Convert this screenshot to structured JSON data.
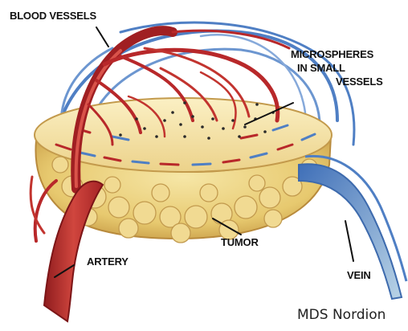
{
  "labels": {
    "blood_vessels": "BLOOD VESSELS",
    "microspheres": [
      "MICROSPHERES",
      "IN SMALL",
      "VESSELS"
    ],
    "tumor": "TUMOR",
    "artery": "ARTERY",
    "vein": "VEIN"
  },
  "credit": "MDS Nordion",
  "colors": {
    "artery": "#b8282a",
    "vein": "#4f7fc4",
    "tumor": "#e9cf78",
    "tumor_dark": "#c9a04a",
    "microsphere": "#2a2a2a"
  }
}
